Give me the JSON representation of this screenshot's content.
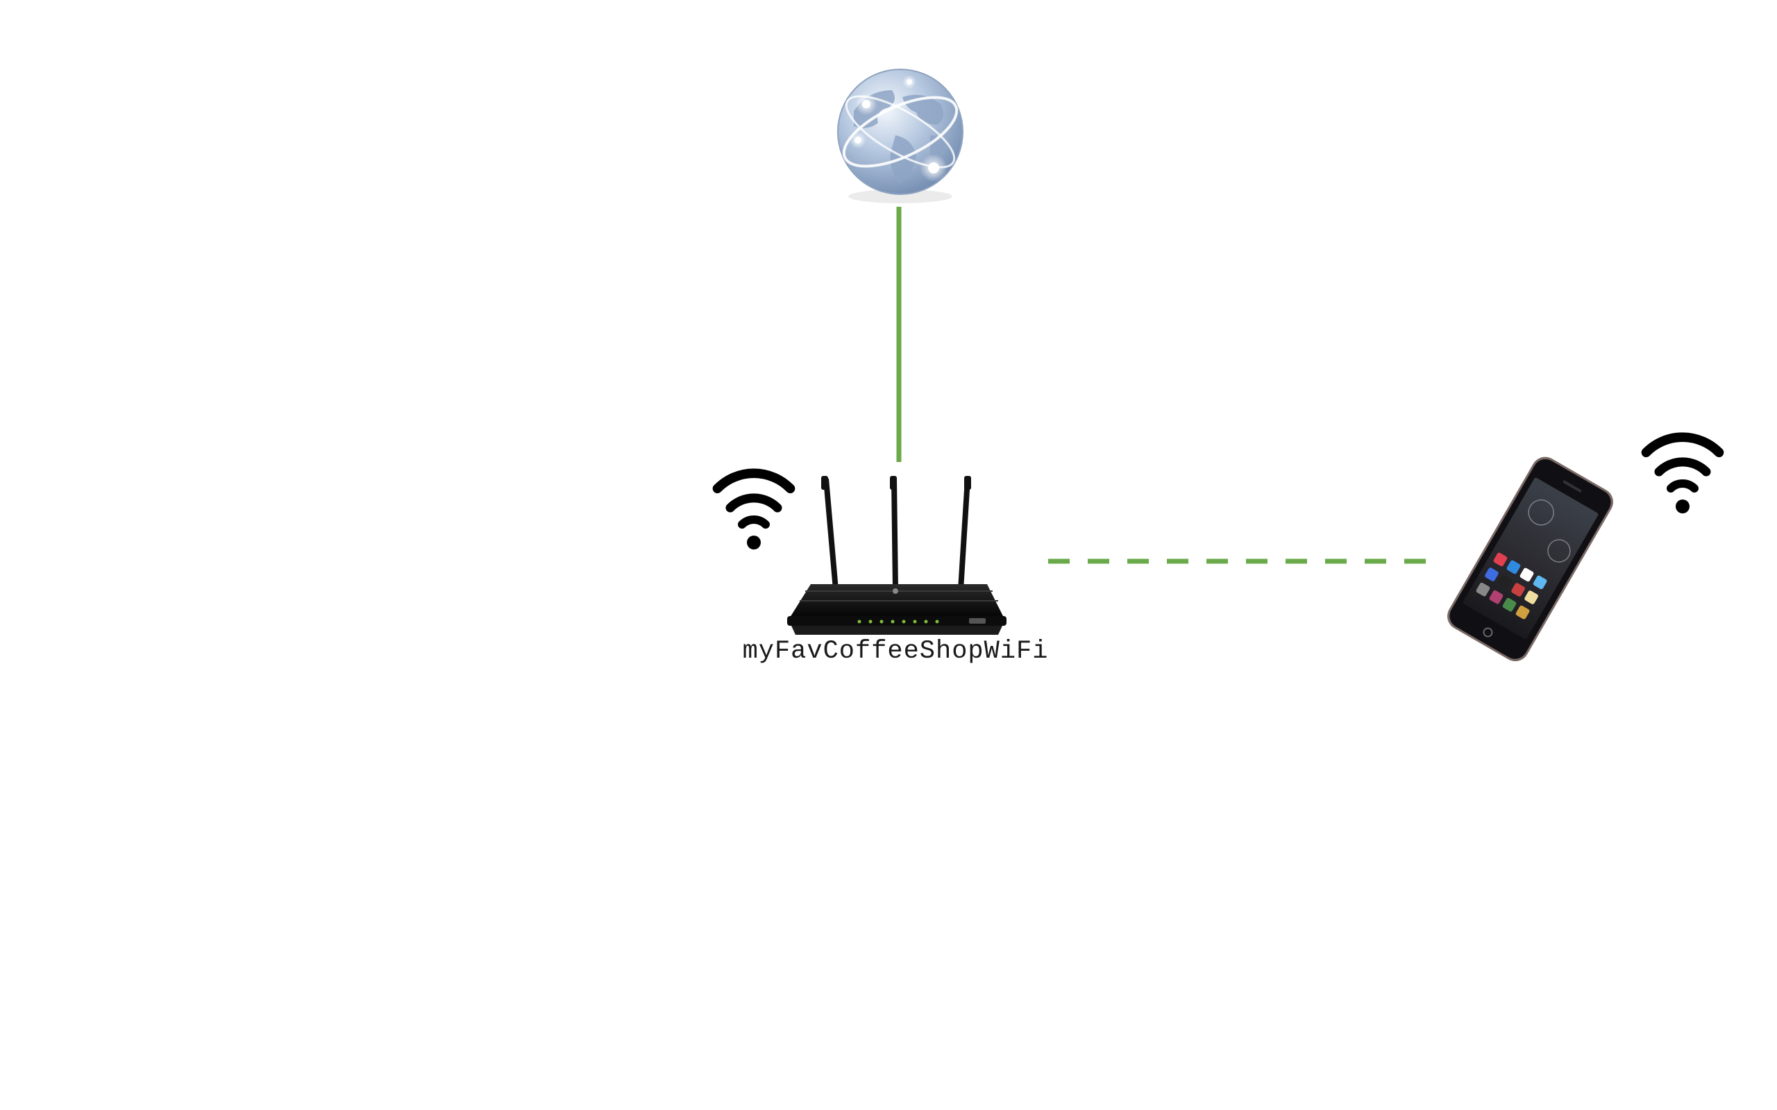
{
  "network": {
    "ssid": "myFavCoffeeShopWiFi"
  },
  "nodes": [
    {
      "id": "internet",
      "icon": "globe-icon"
    },
    {
      "id": "router",
      "icon": "router-icon"
    },
    {
      "id": "phone",
      "icon": "smartphone-icon"
    }
  ],
  "links": [
    {
      "from": "internet",
      "to": "router",
      "style": "solid",
      "medium": "wired"
    },
    {
      "from": "router",
      "to": "phone",
      "style": "dashed",
      "medium": "wireless"
    }
  ],
  "colors": {
    "link": "#6aaa4a",
    "wifi_icon": "#000000",
    "router_body": "#141414",
    "router_led": "#7dbf3a"
  }
}
